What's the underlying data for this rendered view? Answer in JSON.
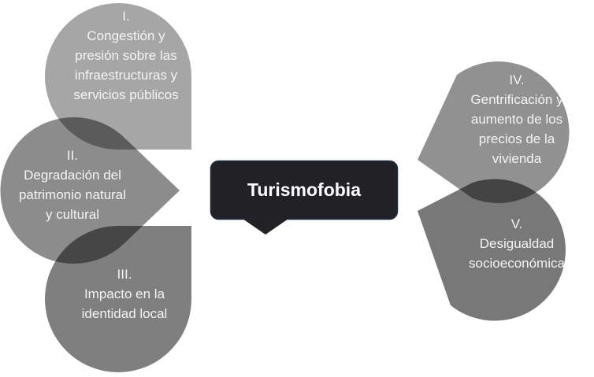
{
  "center": {
    "title": "Turismofobia"
  },
  "items": [
    {
      "numeral": "I.",
      "lines": [
        "Congestión y",
        "presión sobre las",
        "infraestructuras y",
        "servicios públicos"
      ]
    },
    {
      "numeral": "II.",
      "lines": [
        "Degradación del",
        "patrimonio natural",
        "y cultural"
      ]
    },
    {
      "numeral": "III.",
      "lines": [
        "Impacto en la",
        "identidad local"
      ]
    },
    {
      "numeral": "IV.",
      "lines": [
        "Gentrificación y",
        "aumento de los",
        "precios de la",
        "vivienda"
      ]
    },
    {
      "numeral": "V.",
      "lines": [
        "Desigualdad",
        "socioeconómica"
      ]
    }
  ],
  "colors": {
    "shape": "#000000",
    "center_fill": "#222226",
    "center_border": "#1f2a44",
    "text": "#f4f4f4"
  }
}
